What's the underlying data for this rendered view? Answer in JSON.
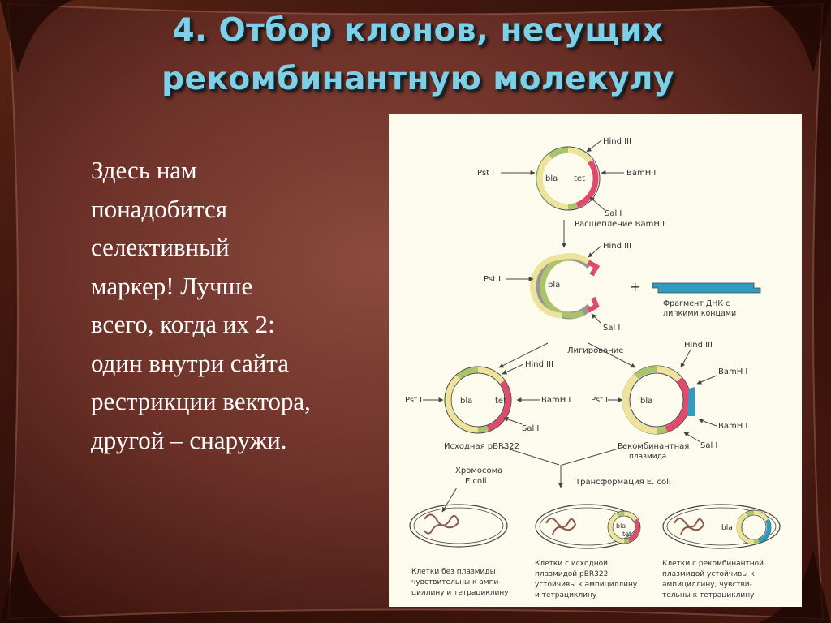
{
  "title": {
    "line1": "4. Отбор клонов, несущих",
    "line2": "рекомбинантную молекулу"
  },
  "body_text": "Здесь нам\nпонадобится\nселективный\nмаркер! Лучше\nвсего, когда их 2:\nодин внутри сайта\nрестрикции вектора,\nдругой – снаружи.",
  "colors": {
    "background": "#4e1e15",
    "frame": "#2a0c06",
    "title": "#7fd0e6",
    "figure_bg": "#fdfbee",
    "green": "#a9c46a",
    "yellow": "#eee39a",
    "red": "#e04a6c",
    "blue": "#2f9cc0"
  },
  "figure": {
    "plasmid1": {
      "gene_bla": "bla",
      "gene_tet": "tet",
      "site_hind": "Hind III",
      "site_pst": "Pst I",
      "site_bam": "BamH I",
      "site_sal": "Sal I"
    },
    "step_cleave": "Расщепление BamH I",
    "plasmid2": {
      "gene_bla": "bla",
      "site_hind": "Hind III",
      "site_pst": "Pst I",
      "site_sal": "Sal I"
    },
    "plus_sign": "+",
    "fragment_label_1": "Фрагмент ДНК с",
    "fragment_label_2": "липкими концами",
    "step_ligation": "Лигирование",
    "plasmid3": {
      "gene_bla": "bla",
      "gene_tet": "tet",
      "site_hind": "Hind III",
      "site_pst": "Pst I",
      "site_bam": "BamH I",
      "site_sal": "Sal I",
      "caption": "Исходная pBR322"
    },
    "plasmid4": {
      "gene_bla": "bla",
      "site_hind": "Hind III",
      "site_pst": "Pst I",
      "site_bam1": "BamH I",
      "site_bam2": "BamH I",
      "site_sal": "Sal I",
      "caption_1": "Рекомбинантная",
      "caption_2": "плазмида"
    },
    "chromosome_label_1": "Хромосома",
    "chromosome_label_2": "E.coli",
    "step_transform": "Трансформация  E. coli",
    "cell2_bla": "bla",
    "cell2_tet": "tet",
    "cell3_bla": "bla",
    "cell1_caption": [
      "Клетки без плазмиды",
      "чувствительны к ампи-",
      "циллину и тетрациклину"
    ],
    "cell2_caption": [
      "Клетки с исходной",
      "плазмидой pBR322",
      "устойчивы к ампициллину",
      "и тетрациклину"
    ],
    "cell3_caption": [
      "Клетки с рекомбинантной",
      "плазмидой устойчивы к",
      "ампициллину, чувстви-",
      "тельны к тетрациклину"
    ]
  }
}
